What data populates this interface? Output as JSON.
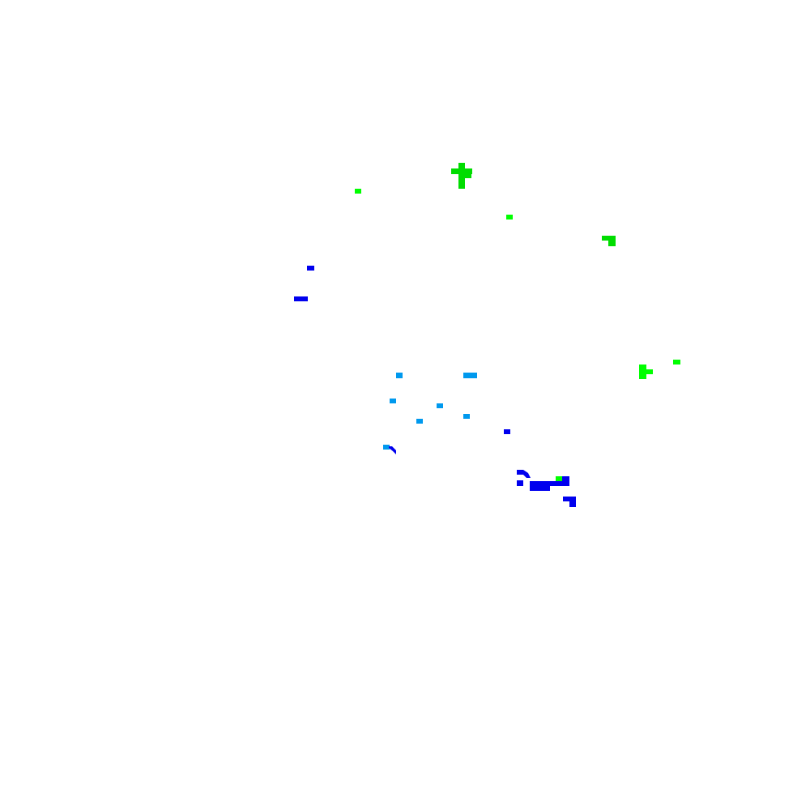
{
  "colors": {
    "background": "#ffffff",
    "green": "#00ff00",
    "green_dark": "#00dd00",
    "light_blue": "#0099ee",
    "blue": "#0000ee"
  },
  "groups": [
    {
      "name": "green-cluster",
      "color_key": "green"
    },
    {
      "name": "light-blue-cluster",
      "color_key": "light_blue"
    },
    {
      "name": "blue-cluster",
      "color_key": "blue"
    }
  ]
}
